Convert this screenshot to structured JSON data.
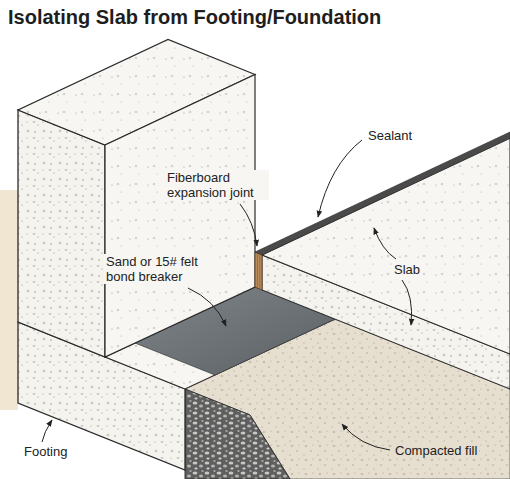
{
  "diagram": {
    "title": "Isolating Slab from Footing/Foundation",
    "labels": [
      "Sealant",
      "Fiberboard expansion joint",
      "Sand or 15# felt bond breaker",
      "Slab",
      "Compacted fill",
      "Footing"
    ]
  }
}
